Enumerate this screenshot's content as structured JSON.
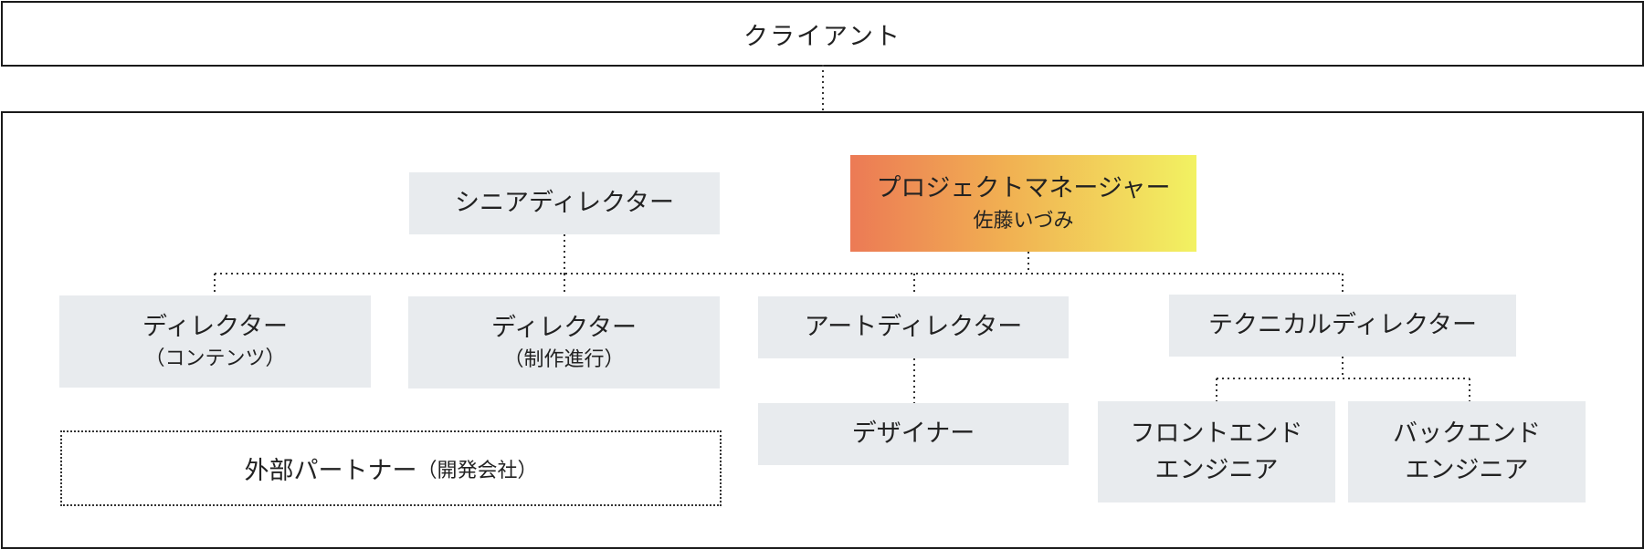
{
  "client": {
    "label": "クライアント"
  },
  "senior_director": {
    "label": "シニアディレクター"
  },
  "project_manager": {
    "title": "プロジェクトマネージャー",
    "name": "佐藤いづみ"
  },
  "director_content": {
    "title": "ディレクター",
    "sub": "（コンテンツ）"
  },
  "director_progress": {
    "title": "ディレクター",
    "sub": "（制作進行）"
  },
  "art_director": {
    "label": "アートディレクター"
  },
  "technical_director": {
    "label": "テクニカルディレクター"
  },
  "designer": {
    "label": "デザイナー"
  },
  "frontend_engineer": {
    "line1": "フロントエンド",
    "line2": "エンジニア"
  },
  "backend_engineer": {
    "line1": "バックエンド",
    "line2": "エンジニア"
  },
  "external_partner": {
    "title": "外部パートナー",
    "sub": "（開発会社）"
  },
  "colors": {
    "box_fill": "#e8ebee",
    "pm_gradient_start": "#ec7a55",
    "pm_gradient_end": "#f2f262",
    "border": "#1a1a1a"
  }
}
